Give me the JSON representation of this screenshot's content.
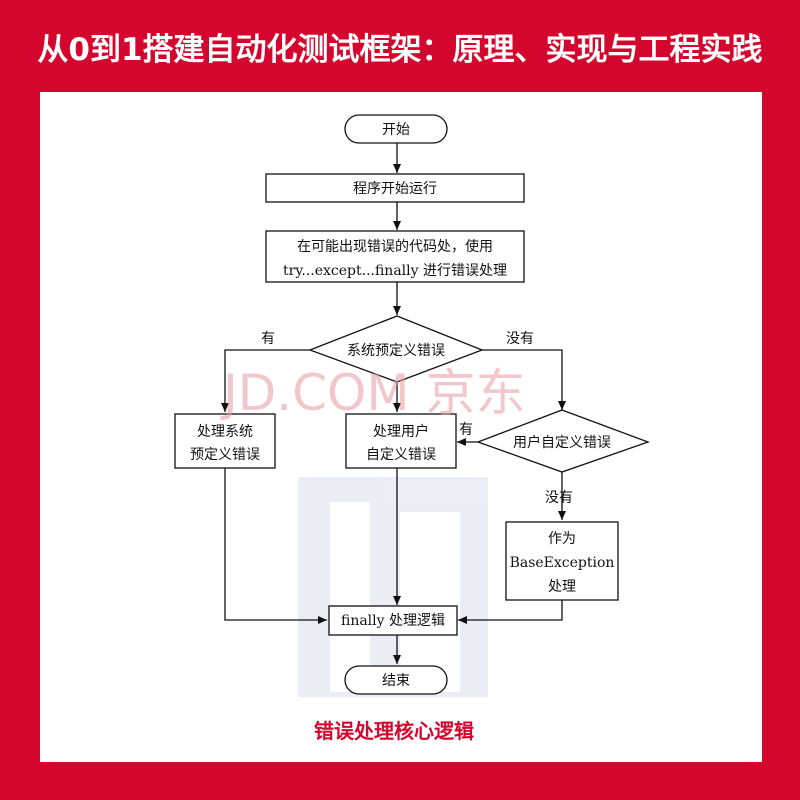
{
  "banner": {
    "title": "从0到1搭建自动化测试框架：原理、实现与工程实践"
  },
  "diagram": {
    "nodes": {
      "start": "开始",
      "run": "程序开始运行",
      "try_line1": "在可能出现错误的代码处，使用",
      "try_line2": "try...except...finally 进行错误处理",
      "sys_decision": "系统预定义错误",
      "handle_sys_line1": "处理系统",
      "handle_sys_line2": "预定义错误",
      "handle_user_line1": "处理用户",
      "handle_user_line2": "自定义错误",
      "user_decision": "用户自定义错误",
      "base_line1": "作为",
      "base_line2": "BaseException",
      "base_line3": "处理",
      "finally": "finally 处理逻辑",
      "end": "结束"
    },
    "edges": {
      "sys_yes": "有",
      "sys_no": "没有",
      "user_yes": "有",
      "user_no": "没有"
    }
  },
  "watermark": "JD.COM 京东",
  "caption": "错误处理核心逻辑"
}
